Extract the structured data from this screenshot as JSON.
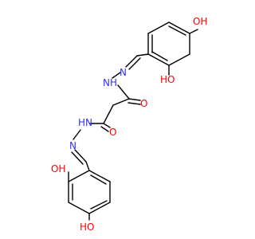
{
  "molecule": {
    "colors": {
      "bond": "#000000",
      "nitrogen": "#3333ff",
      "oxygen": "#ff0000",
      "hydrogen_on_hetero": "#ff0000"
    },
    "atoms": {
      "oh_top_right": "OH",
      "oh_top_ring": "HO",
      "n_top_imine": "N",
      "nh_top": "NH",
      "o_top_carbonyl": "O",
      "o_bottom_carbonyl": "O",
      "nh_bottom": "HN",
      "n_bottom_imine": "N",
      "oh_bottom_ring": "OH",
      "oh_bottom": "HO"
    }
  }
}
